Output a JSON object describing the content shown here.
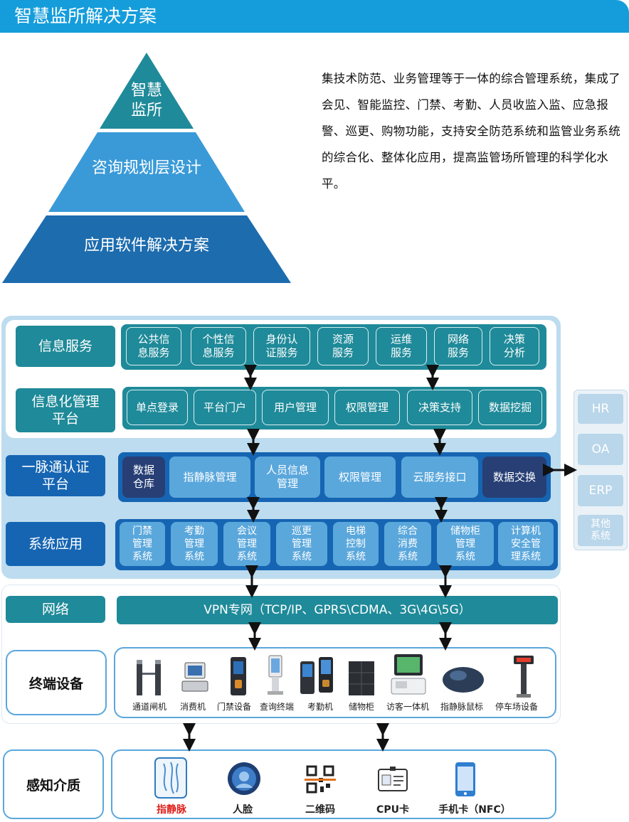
{
  "header": {
    "title": "智慧监所解决方案"
  },
  "pyramid": {
    "top": "智慧\n监所",
    "middle": "咨询规划层设计",
    "bottom": "应用软件解决方案"
  },
  "intro": "集技术防范、业务管理等于一体的综合管理系统，集成了会见、智能监控、门禁、考勤、人员收监入监、应急报警、巡更、购物功能，支持安全防范系统和监管业务系统的综合化、整体化应用，提高监管场所管理的科学化水平。",
  "layers": {
    "info_service": {
      "label": "信息服务",
      "items": [
        "公共信\n息服务",
        "个性信\n息服务",
        "身份认\n证服务",
        "资源\n服务",
        "运维\n服务",
        "网络\n服务",
        "决策\n分析"
      ]
    },
    "info_mgmt": {
      "label": "信息化管理\n平台",
      "items": [
        "单点登录",
        "平台门户",
        "用户管理",
        "权限管理",
        "决策支持",
        "数据挖掘"
      ]
    },
    "auth": {
      "label": "一脉通认证\n平台",
      "items": [
        "数据\n仓库",
        "指静脉管理",
        "人员信息\n管理",
        "权限管理",
        "云服务接口",
        "数据交换"
      ]
    },
    "system_app": {
      "label": "系统应用",
      "items": [
        "门禁\n管理\n系统",
        "考勤\n管理\n系统",
        "会议\n管理\n系统",
        "巡更\n管理\n系统",
        "电梯\n控制\n系统",
        "综合\n消费\n系统",
        "储物柜\n管理\n系统",
        "计算机\n安全管\n理系统"
      ]
    },
    "network": {
      "label": "网络",
      "content": "VPN专网（TCP/IP、GPRS\\CDMA、3G\\4G\\5G）"
    },
    "terminal": {
      "label": "终端设备",
      "items": [
        "通道闸机",
        "消费机",
        "门禁设备",
        "查询终端",
        "考勤机",
        "储物柜",
        "访客一体机",
        "指静脉鼠标",
        "停车场设备"
      ]
    },
    "sensing": {
      "label": "感知介质",
      "items": [
        "指静脉",
        "人脸",
        "二维码",
        "CPU卡",
        "手机卡（NFC）"
      ]
    }
  },
  "external_systems": [
    "HR",
    "OA",
    "ERP",
    "其他\n系统"
  ],
  "colors": {
    "header_blue": "#159ddb",
    "teal": "#1f8a99",
    "deep_blue": "#1665b3",
    "navy": "#273f75",
    "light_blue": "#5aa7dc",
    "highlight_red": "#e0201b"
  },
  "icons": {
    "terminal": [
      "turnstile-icon",
      "pos-terminal-icon",
      "access-control-icon",
      "kiosk-icon",
      "attendance-device-icon",
      "locker-icon",
      "visitor-terminal-icon",
      "vein-mouse-icon",
      "parking-barrier-icon"
    ],
    "sensing": [
      "finger-vein-icon",
      "face-icon",
      "qr-code-icon",
      "cpu-card-icon",
      "mobile-phone-icon"
    ]
  }
}
